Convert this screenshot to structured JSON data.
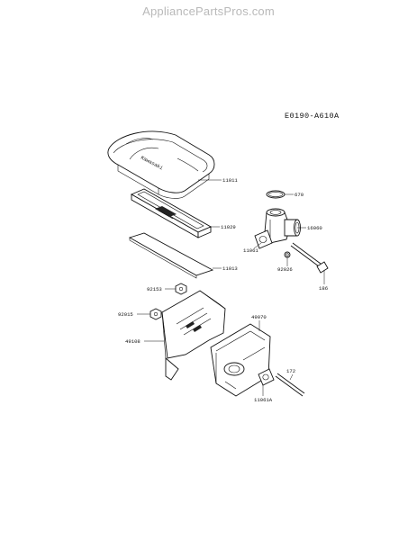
{
  "site": {
    "header": "AppliancePartsPros.com"
  },
  "diagram": {
    "code": "E0190-A610A",
    "brand_on_cover": "Kawasaki",
    "part_labels": {
      "p11011": "11011",
      "p11029": "11029",
      "p11013": "11013",
      "p670": "670",
      "p16060": "16060",
      "p11061": "11061",
      "p92026": "92026",
      "p186": "186",
      "p92153": "92153",
      "p92015": "92015",
      "p49070": "49070",
      "p49108": "49108",
      "p172": "172",
      "p11061A": "11061A"
    }
  }
}
